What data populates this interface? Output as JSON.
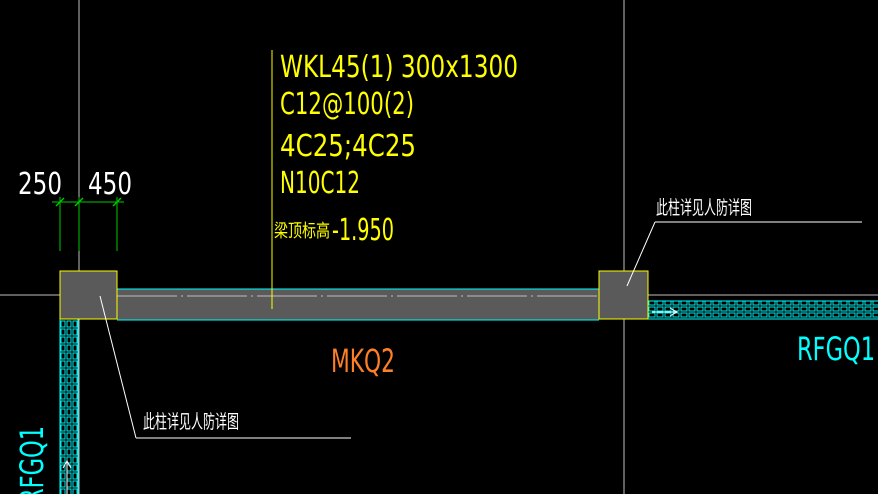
{
  "colors": {
    "background": "#000000",
    "annotation_yellow": "#ffff00",
    "leader_white": "#ffffff",
    "axis_gray": "#bfbfbf",
    "dimension_green": "#00c800",
    "beam_fill": "#5a5a5a",
    "beam_edge_cyan": "#00ffff",
    "wall_label_orange": "#ff7f27",
    "wall_label_cyan": "#00ffff",
    "hatch_cyan": "#00ffff"
  },
  "dimensions": {
    "left": "250",
    "right": "450"
  },
  "beam_annotation": {
    "line1": "WKL45(1) 300x1300",
    "line2": "C12@100(2)",
    "line3": "4C25;4C25",
    "line4": "N10C12",
    "elevation_prefix": "梁顶标高",
    "elevation_value": "-1.950"
  },
  "column_notes": {
    "right_column": "此柱详见人防详图",
    "left_column": "此柱详见人防详图"
  },
  "wall_labels": {
    "center": "MKQ2",
    "right": "RFGQ1",
    "left_vertical": "RFGQ1"
  }
}
